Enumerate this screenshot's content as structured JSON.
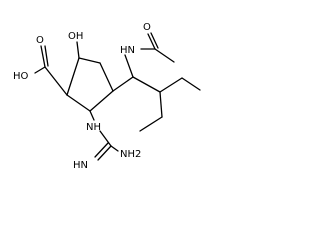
{
  "molecule": {
    "atoms": [
      {
        "id": "cooh_oh",
        "text": "HO"
      },
      {
        "id": "cooh_o",
        "text": "O"
      },
      {
        "id": "ring_oh",
        "text": "OH"
      },
      {
        "id": "amide_nh",
        "text": "HN"
      },
      {
        "id": "amide_o",
        "text": "O"
      },
      {
        "id": "guan_nh",
        "text": "NH"
      },
      {
        "id": "guan_imine",
        "text": "HN"
      },
      {
        "id": "guan_nh2",
        "text": "NH2"
      }
    ]
  }
}
